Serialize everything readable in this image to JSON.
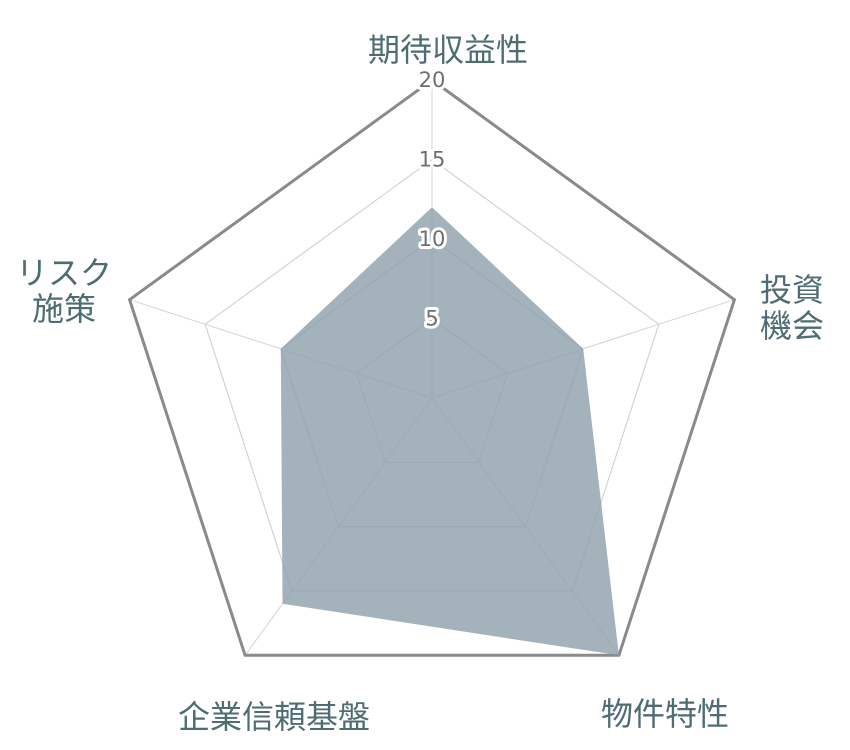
{
  "chart_data": {
    "type": "radar",
    "axes": [
      {
        "label": "期待収益性",
        "lines": [
          "期待収益性"
        ]
      },
      {
        "label": "投資機会",
        "lines": [
          "投資",
          "機会"
        ]
      },
      {
        "label": "物件特性",
        "lines": [
          "物件特性"
        ]
      },
      {
        "label": "企業信頼基盤",
        "lines": [
          "企業信頼基盤"
        ]
      },
      {
        "label": "リスク施策",
        "lines": [
          "リスク",
          "施策"
        ]
      }
    ],
    "values": [
      12,
      10,
      20,
      16,
      10
    ],
    "ticks": [
      5,
      10,
      15,
      20
    ],
    "tick_labels": [
      "5",
      "10",
      "15",
      "20"
    ],
    "range": [
      0,
      20
    ],
    "title": "",
    "legend": "none",
    "grid": true,
    "colors": {
      "fill": "#90a1ad",
      "fill_opacity": 0.82,
      "outer_grid": "#8a8a8a",
      "inner_grid": "#d3d3d3",
      "spokes": "#d3d3d3",
      "axis_label": "#4e6d72",
      "tick_label": "#6f6f6f"
    }
  }
}
